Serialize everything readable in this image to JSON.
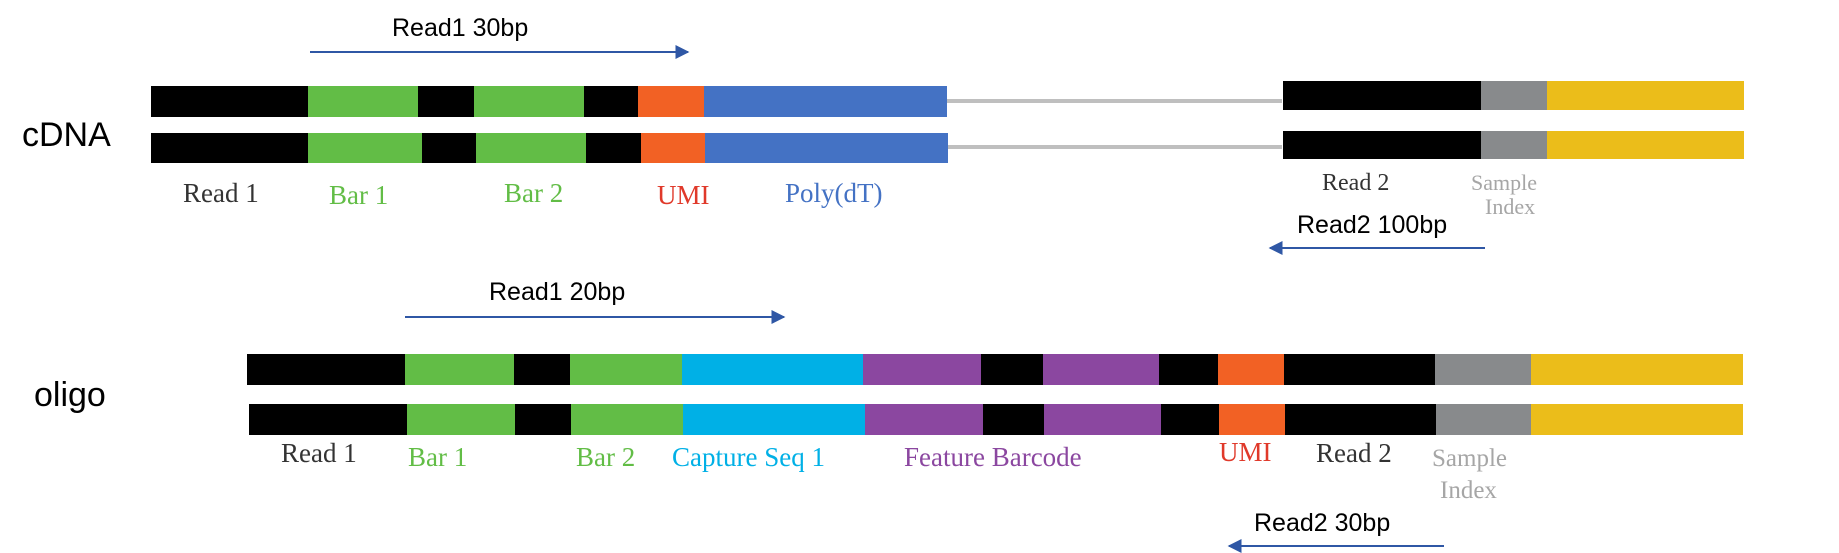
{
  "colors": {
    "black": "#000000",
    "green": "#62bd46",
    "orange": "#f26124",
    "blue": "#4472c4",
    "grey": "#888a8c",
    "yellow": "#ebbd1a",
    "cyan": "#00b0e6",
    "purple": "#8b47a0",
    "line": "#bfbfbf",
    "arrow": "#2f57a5"
  },
  "icons": {
    "arrow": "arrow-icon"
  },
  "cdna": {
    "label": "cDNA",
    "read1_arrow": "Read1 30bp",
    "read2_arrow": "Read2 100bp",
    "labels": {
      "read1": "Read 1",
      "bar1": "Bar 1",
      "bar2": "Bar 2",
      "umi": "UMI",
      "polydt": "Poly(dT)",
      "read2": "Read 2",
      "sample": "Sample",
      "index": "Index"
    }
  },
  "oligo": {
    "label": "oligo",
    "read1_arrow": "Read1 20bp",
    "read2_arrow": "Read2 30bp",
    "labels": {
      "read1": "Read 1",
      "bar1": "Bar 1",
      "bar2": "Bar 2",
      "capture": "Capture Seq 1",
      "feature": "Feature Barcode",
      "umi": "UMI",
      "read2": "Read 2",
      "sample": "Sample",
      "index": "Index"
    }
  }
}
